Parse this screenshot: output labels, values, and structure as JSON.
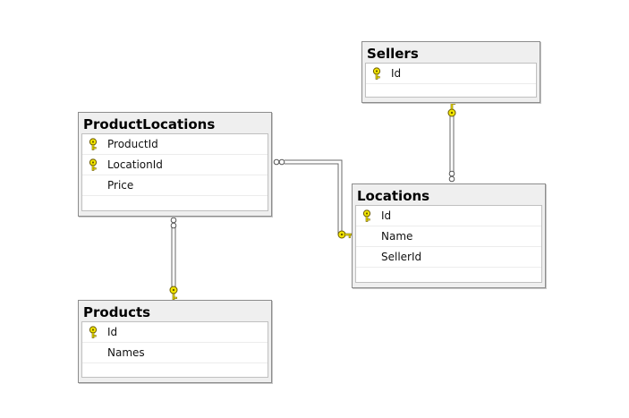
{
  "tables": {
    "sellers": {
      "name": "Sellers",
      "columns": [
        {
          "name": "Id",
          "primary_key": true
        }
      ]
    },
    "product_locations": {
      "name": "ProductLocations",
      "columns": [
        {
          "name": "ProductId",
          "primary_key": true
        },
        {
          "name": "LocationId",
          "primary_key": true
        },
        {
          "name": "Price",
          "primary_key": false
        }
      ]
    },
    "locations": {
      "name": "Locations",
      "columns": [
        {
          "name": "Id",
          "primary_key": true
        },
        {
          "name": "Name",
          "primary_key": false
        },
        {
          "name": "SellerId",
          "primary_key": false
        }
      ]
    },
    "products": {
      "name": "Products",
      "columns": [
        {
          "name": "Id",
          "primary_key": true
        },
        {
          "name": "Names",
          "primary_key": false
        }
      ]
    }
  },
  "relationships": [
    {
      "from": "Sellers",
      "to": "Locations",
      "from_end": "one-key",
      "to_end": "many-infinity"
    },
    {
      "from": "ProductLocations",
      "to": "Locations",
      "from_end": "many-infinity",
      "to_end": "one-key"
    },
    {
      "from": "ProductLocations",
      "to": "Products",
      "from_end": "many-infinity",
      "to_end": "one-key"
    }
  ],
  "colors": {
    "key_fill": "#f2e600",
    "key_stroke": "#6b5a00",
    "connector": "#6a6a6a"
  }
}
